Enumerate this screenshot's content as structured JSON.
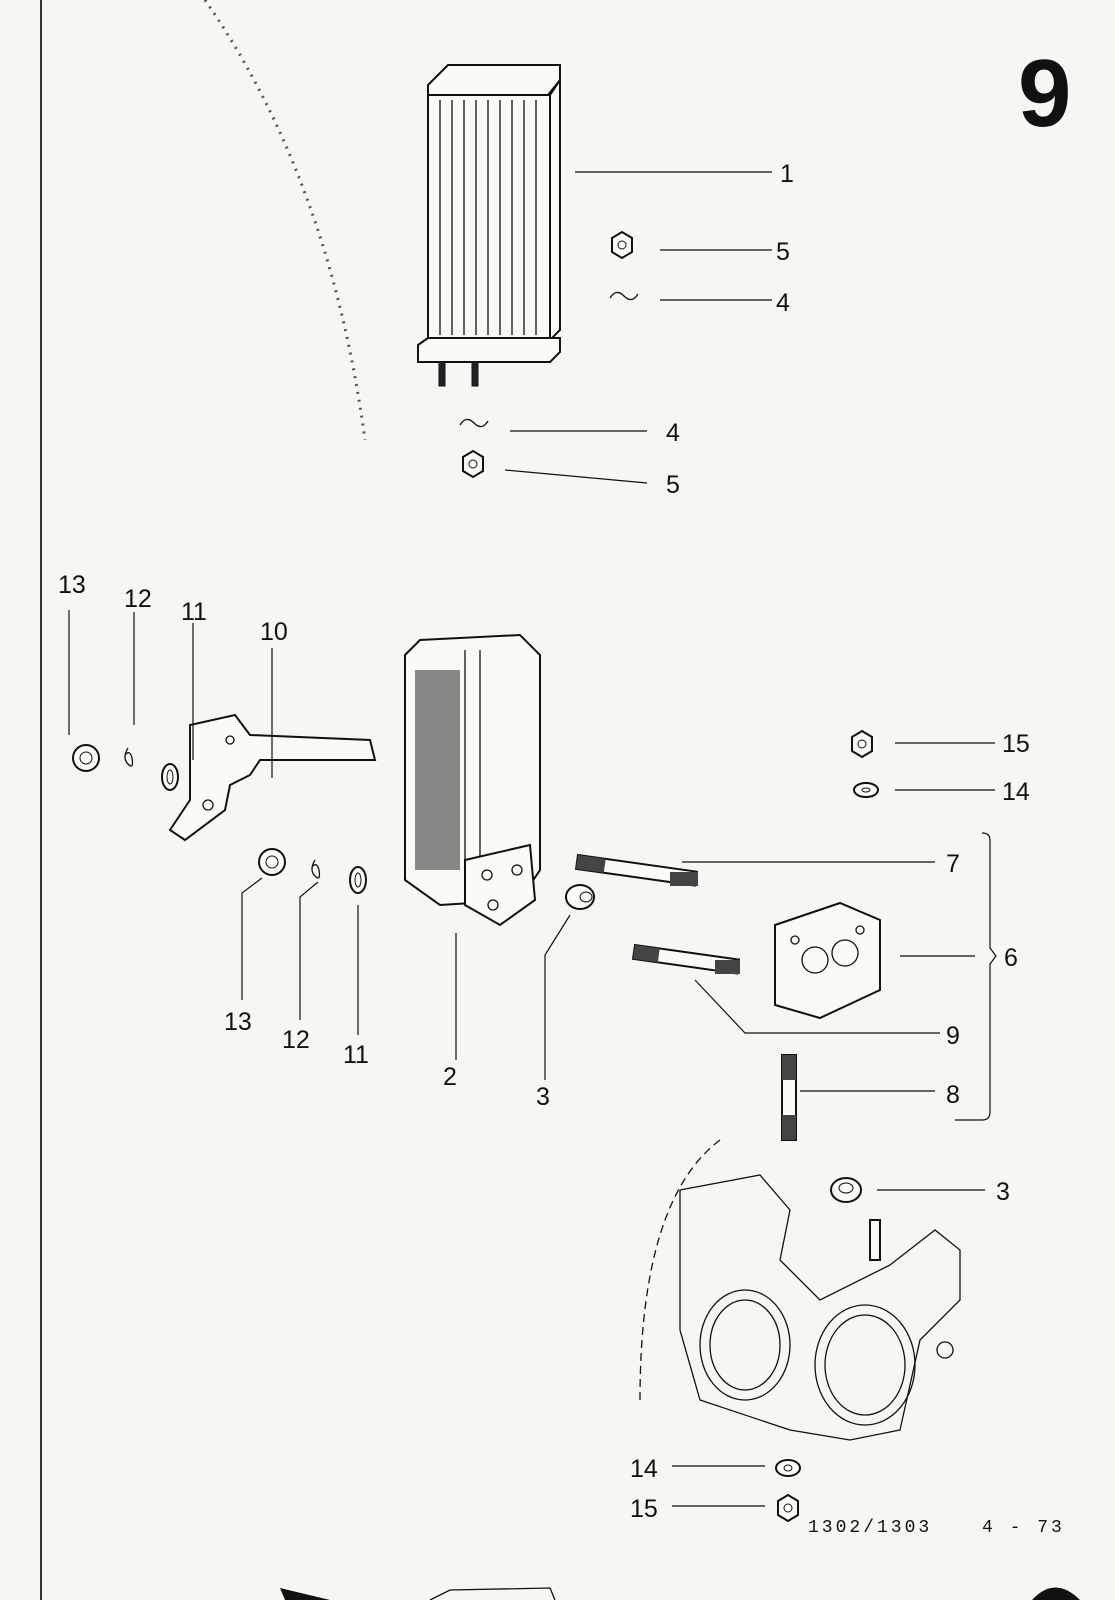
{
  "page": {
    "section_number": "9",
    "model_code": "1302/1303",
    "date_code": "4 - 73"
  },
  "callouts": {
    "c1": "1",
    "c2": "2",
    "c3a": "3",
    "c3b": "3",
    "c4a": "4",
    "c4b": "4",
    "c5a": "5",
    "c5b": "5",
    "c6": "6",
    "c7": "7",
    "c8": "8",
    "c9": "9",
    "c10": "10",
    "c11a": "11",
    "c11b": "11",
    "c12a": "12",
    "c12b": "12",
    "c13a": "13",
    "c13b": "13",
    "c14a": "14",
    "c14b": "14",
    "c15a": "15",
    "c15b": "15"
  }
}
